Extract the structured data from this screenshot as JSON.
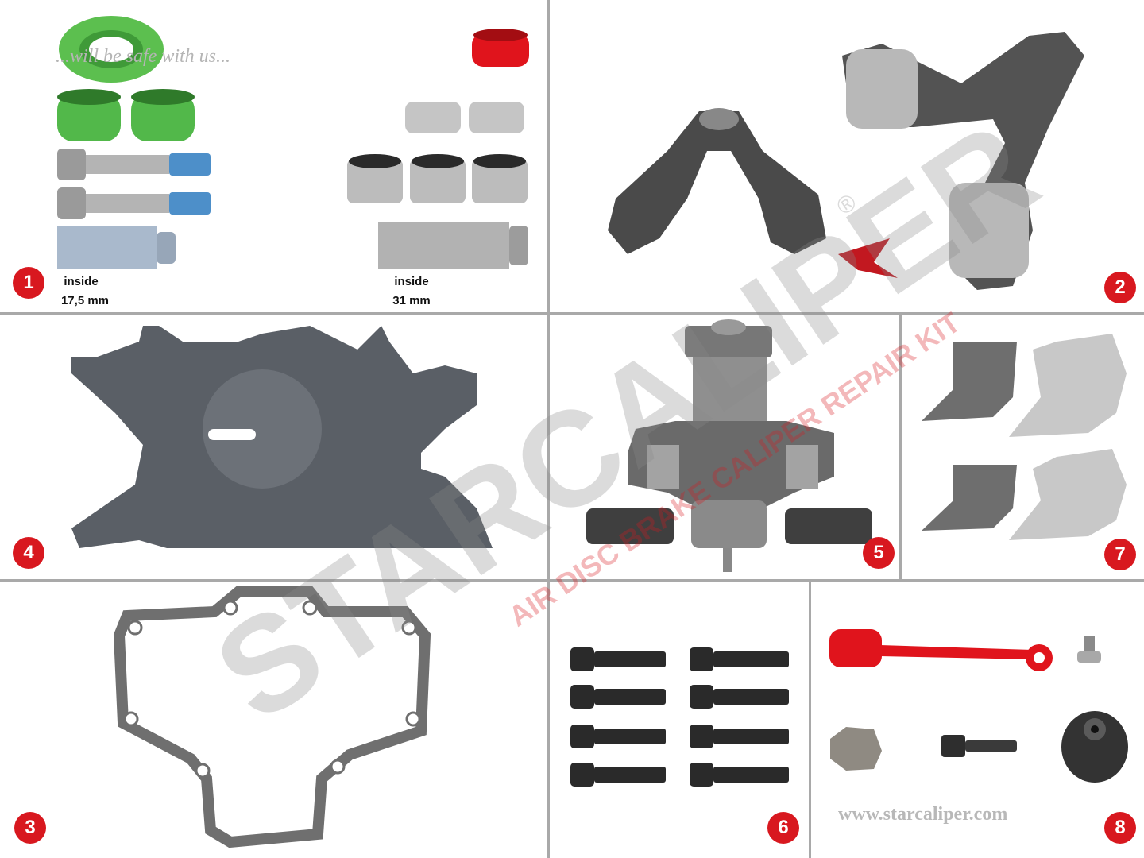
{
  "slogan": "...will be safe with us...",
  "website": "www.starcaliper.com",
  "watermark": {
    "brand": "STARCALIPER",
    "tagline": "AIR DISC BRAKE CALIPER REPAIR KIT",
    "registered": "®"
  },
  "panel_1": {
    "number": "1",
    "labels": [
      {
        "title": "inside",
        "value": "17,5 mm"
      },
      {
        "title": "inside",
        "value": "31 mm"
      }
    ]
  },
  "panel_2": {
    "number": "2"
  },
  "panel_3": {
    "number": "3"
  },
  "panel_4": {
    "number": "4"
  },
  "panel_5": {
    "number": "5"
  },
  "panel_6": {
    "number": "6"
  },
  "panel_7": {
    "number": "7"
  },
  "panel_8": {
    "number": "8"
  },
  "colors": {
    "accent": "#d8181f",
    "green_seal": "#52b84a",
    "grid": "#a9a9a9",
    "watermark": "#d9d9d9"
  }
}
